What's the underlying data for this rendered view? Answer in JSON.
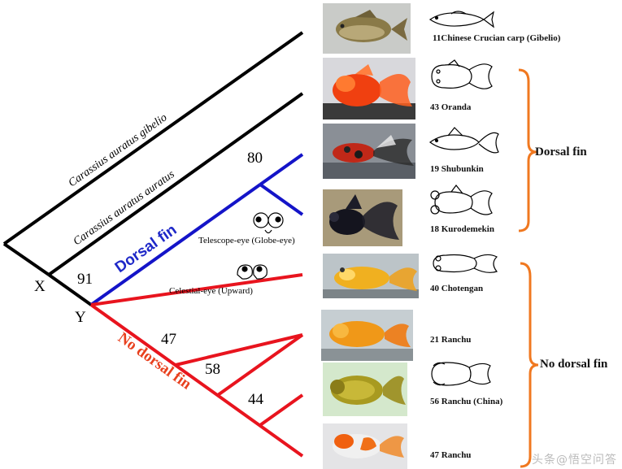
{
  "branch_labels": {
    "gibelio": "Carassius auratus gibelio",
    "auratus": "Carassius auratus auratus",
    "dorsal": "Dorsal fin",
    "no_dorsal": "No dorsal fin"
  },
  "node_labels": {
    "x": "X",
    "y": "Y",
    "support_91": "91",
    "support_80": "80",
    "support_47": "47",
    "support_58": "58",
    "support_44": "44"
  },
  "eye_labels": {
    "telescope": "Telescope-eye (Globe-eye)",
    "celestial": "Celestial-eye (Upward)"
  },
  "taxa": [
    {
      "label": "11Chinese Crucian carp (Gibelio)"
    },
    {
      "label": "43 Oranda"
    },
    {
      "label": "19 Shubunkin"
    },
    {
      "label": "18 Kurodemekin"
    },
    {
      "label": "40 Chotengan"
    },
    {
      "label": "21 Ranchu"
    },
    {
      "label": "56 Ranchu (China)"
    },
    {
      "label": "47 Ranchu"
    }
  ],
  "groups": {
    "dorsal": "Dorsal fin",
    "no_dorsal": "No dorsal fin"
  },
  "colors": {
    "black_branch": "#000000",
    "dorsal_branch": "#1414c8",
    "no_dorsal_branch": "#e8141e",
    "bracket": "#f07820",
    "dorsal_text": "#1e28c8",
    "no_dorsal_text": "#e8401e"
  },
  "watermark": "头条@悟空问答"
}
